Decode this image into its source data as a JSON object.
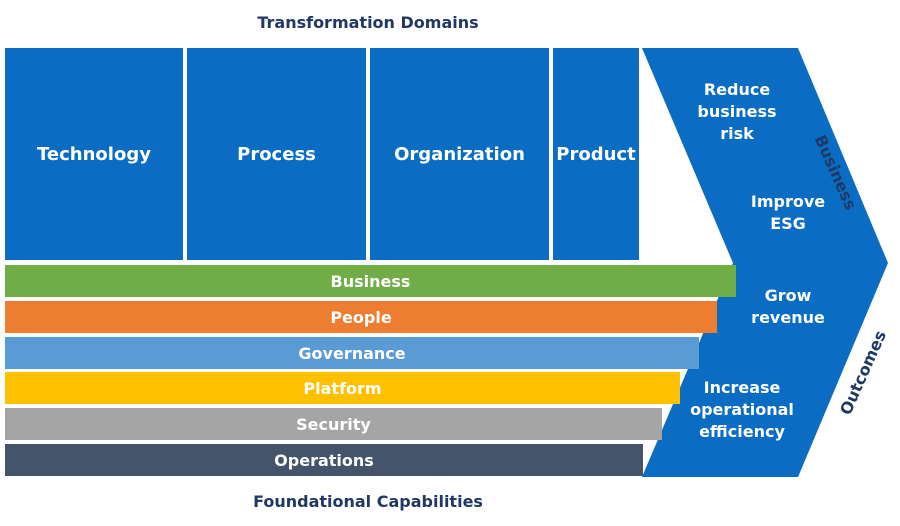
{
  "titles": {
    "top": "Transformation Domains",
    "bottom": "Foundational Capabilities"
  },
  "domains": [
    {
      "label": "Technology"
    },
    {
      "label": "Process"
    },
    {
      "label": "Organization"
    },
    {
      "label": "Product"
    }
  ],
  "capabilities": [
    {
      "label": "Business",
      "color": "#70ad47"
    },
    {
      "label": "People",
      "color": "#ed7d31"
    },
    {
      "label": "Governance",
      "color": "#5b9bd5"
    },
    {
      "label": "Platform",
      "color": "#ffc000"
    },
    {
      "label": "Security",
      "color": "#a5a5a5"
    },
    {
      "label": "Operations",
      "color": "#44546a"
    }
  ],
  "outcomes": [
    {
      "label": "Reduce\nbusiness\nrisk"
    },
    {
      "label": "Improve\nESG"
    },
    {
      "label": "Grow\nrevenue"
    },
    {
      "label": "Increase\noperational\nefficiency"
    }
  ],
  "side_labels": {
    "upper": "Business",
    "lower": "Outcomes"
  },
  "colors": {
    "domain_blue": "#0b6cc4",
    "title_navy": "#1f3864"
  }
}
